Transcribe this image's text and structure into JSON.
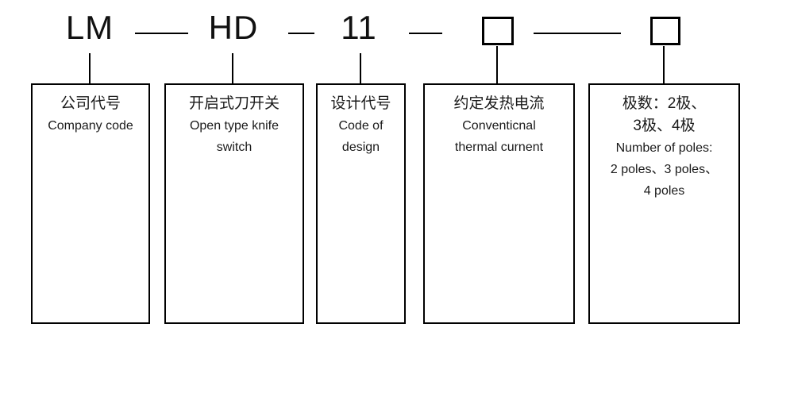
{
  "model_code": {
    "segments": [
      "LM",
      "HD",
      "11"
    ],
    "placeholder_square_count": 2,
    "separator_style": "horizontal-dash"
  },
  "legend_boxes": [
    {
      "id": "company-code",
      "zh_lines": [
        "公司代号"
      ],
      "en_lines": [
        "Company code"
      ]
    },
    {
      "id": "open-type-knife-switch",
      "zh_lines": [
        "开启式刀开关"
      ],
      "en_lines": [
        "Open type knife",
        "switch"
      ]
    },
    {
      "id": "code-of-design",
      "zh_lines": [
        "设计代号"
      ],
      "en_lines": [
        "Code of",
        "design"
      ]
    },
    {
      "id": "conventional-thermal-current",
      "zh_lines": [
        "约定发热电流"
      ],
      "en_lines": [
        "Conventicnal",
        "thermal curnent"
      ]
    },
    {
      "id": "number-of-poles",
      "zh_lines": [
        "极数：2极、",
        "3极、4极"
      ],
      "en_lines": [
        "Number of poles:",
        "2 poles、3 poles、",
        "4 poles"
      ]
    }
  ],
  "colors": {
    "background": "#ffffff",
    "line": "#000000",
    "text": "#1a1a1a"
  }
}
